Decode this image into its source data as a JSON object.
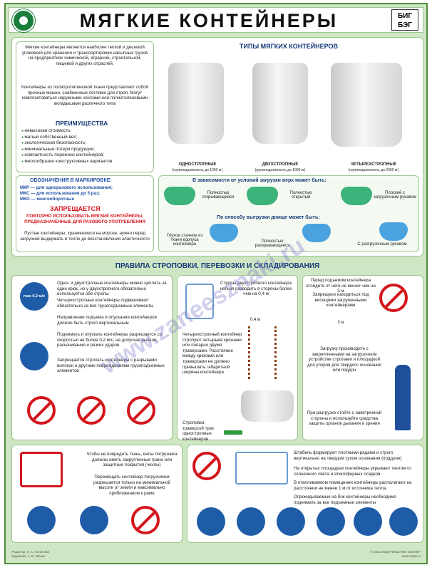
{
  "header": {
    "title": "МЯГКИЕ  КОНТЕЙНЕРЫ",
    "tag_line1": "БИГ",
    "tag_line2": "БЭГ"
  },
  "intro": {
    "p1": "Мягкие контейнеры являются наиболее легкой и дешевой упаковкой для хранения и транспортировки насыпных грузов на предприятиях химической, аграрной, строительной, пищевой и других отраслей.",
    "p2": "Контейнеры из полипропиленовой ткани представляют собой прочные мешки, снабженные петлями для строп. Могут комплектоваться наружными чехлами или полиэтиленовыми вкладышами различного типа"
  },
  "advantages": {
    "title": "ПРЕИМУЩЕСТВА",
    "items": [
      "невысокая стоимость;",
      "малый собственный вес;",
      "экологическая безопасность;",
      "минимальные потери продукции;",
      "компактность порожних контейнеров;",
      "многообразие конструктивных вариантов"
    ]
  },
  "marking": {
    "title": "ОБОЗНАЧЕНИЯ В МАРКИРОВКЕ:",
    "items": [
      "МКР — для одноразового использования;",
      "МКС — для использования до 5 раз;",
      "МКО — многооборотные"
    ]
  },
  "forbidden": {
    "title": "ЗАПРЕЩАЕТСЯ",
    "text": "ПОВТОРНО ИСПОЛЬЗОВАТЬ МЯГКИЕ КОНТЕЙНЕРЫ, ПРЕДНАЗНАЧЕННЫЕ ДЛЯ РАЗОВОГО УПОТРЕБЛЕНИЯ",
    "note": "Пустые контейнеры, хранившиеся на морозе, нужно перед загрузкой выдержать в тепле до восстановления эластичности"
  },
  "types": {
    "title": "ТИПЫ МЯГКИХ КОНТЕЙНЕРОВ",
    "items": [
      {
        "name": "ОДНОСТРОПНЫЕ",
        "note": "(грузоподъемность до 1000 кг)"
      },
      {
        "name": "ДВУХСТРОПНЫЕ",
        "note": "(грузоподъемность до 1000 кг)"
      },
      {
        "name": "ЧЕТЫРЕХСТРОПНЫЕ",
        "note": "(грузоподъемность до 2000 кг)"
      }
    ]
  },
  "top_load": {
    "title": "В зависимости от условий загрузки верх может быть:",
    "items": [
      "Полностью открывающийся",
      "Полностью открытый",
      "Плоский с загрузочным рукавом"
    ]
  },
  "bottom": {
    "title": "По способу выгрузки днище может быть:",
    "items": [
      "Глухое стачное из ткани корпуса контейнера",
      "Полностью раскрывающееся",
      "С разгрузочным рукавом"
    ]
  },
  "rules": {
    "title": "ПРАВИЛА СТРОПОВКИ, ПЕРЕВОЗКИ И СКЛАДИРОВАНИЯ"
  },
  "left_panel": {
    "p1": "Одно- и двухстропные контейнеры можно цеплять за один крюк, но у двухстропного обязательно используется обе стропы",
    "p2": "Четырехстропные контейнеры подвешивают обязательно за все грузоподъемные элементы",
    "p3": "Направление подъема и опускания контейнеров должно быть строго вертикальным",
    "p4": "Поднимать и опускать контейнеры разрешается со скоростью не более 0,2 м/с, не допуская рывков, раскачивания и резких ударов",
    "p5": "Запрещается стропать контейнеры с разрывами волокон и другими повреждениями грузоподъемных элементов",
    "speed": "max 0,2 м/с"
  },
  "mid_panel": {
    "p1": "Стропы двухстропного контейнера нельзя разводить в стороны более чем на 0,4 м",
    "dim": "0,4 м",
    "p2": "Четырехстропный контейнер стропуют четырьмя крюками или попарно двумя траверсами. Расстояние между крюками или траверсами не должно превышать габаритной ширины контейнера",
    "p3": "Строповка траверсой трех одностропных контейнеров"
  },
  "right_panel": {
    "p1": "Перед подъемом контейнера отойдите от него не менее чем на 3 м",
    "p2": "Запрещено находиться под висящими загруженными контейнерами",
    "dist": "3 м",
    "p3": "Загрузку производите с закрепленными на загрузочном устройстве стропами и площадкой для упоров для твердого основания или поддон",
    "p4": "При разгрузке стойте с наветренной стороны и используйте средства защиты органов дыхания и зрения"
  },
  "bottom_left": {
    "p1": "Чтобы не повредить ткань, вилы погрузчика должны иметь закругленные грани или защитные покрытия (чехлы)",
    "p2": "Перемещать контейнер погрузчиком разрешается только на минимальной высоте от земли и максимально приближенном к раме"
  },
  "bottom_right": {
    "p1": "Штабель формируют плотными рядами и строго вертикально на твердом сухом основании (поддоне)",
    "p2": "На открытых площадках контейнеры укрывают тентом от солнечного света и атмосферных осадков",
    "p3": "В отапливаемом помещении контейнеры располагают на расстоянии не менее 1 м от источника тепла",
    "p4": "Опрокидываемые на бок контейнеры необходимо поднимать за все подъемные элементы"
  },
  "footer": {
    "left1": "Редактор: А. С. Кописова",
    "left2": "Художник: А. В. Ильин",
    "right1": "© 2011 ИЗДАТЕЛЬСТВО СЕЛЛЕР",
    "right2": "www.znaki.ru"
  },
  "watermark": "www.zaneesznaki.ru",
  "colors": {
    "background": "#cfe6c4",
    "border": "#4f8f3a",
    "accent_blue": "#1f5ca8",
    "accent_red": "#d3151c"
  }
}
